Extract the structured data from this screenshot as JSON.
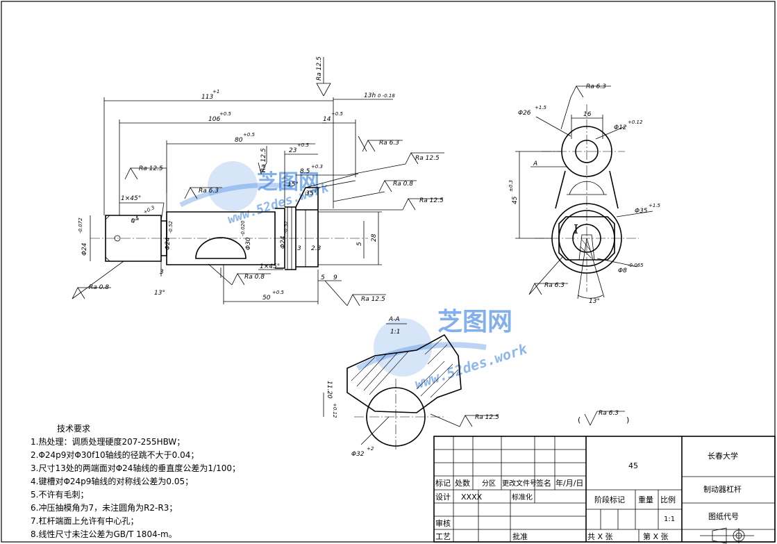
{
  "colors": {
    "watermark": "#1e6fd9",
    "line": "#000000",
    "background": "#ffffff"
  },
  "watermark": {
    "brand": "芝图网",
    "url": "www.52des.work"
  },
  "dims": {
    "d113": "113",
    "d113_tol": "+1",
    "d106": "106",
    "d106_tol": "+0.5",
    "d80": "80",
    "d80_tol": "+0.5",
    "d23": "23",
    "d23_tol": "+0.5",
    "d14": "14",
    "d14_tol": "+0.5",
    "d13h": "13h",
    "d13h_tol": "0 -0.18",
    "d8_5": "8.5",
    "d8_5_tol": "+0.3",
    "chamfer": "1×45°",
    "chamfer2": "1×45°",
    "phi4": "Φ4",
    "phi4_tol": "+0.3",
    "phi24_left": "Φ24",
    "phi24_left_tol": "-0.072",
    "phi24p": "Φ24",
    "phi24p_tol": "-0.52",
    "phi30": "Φ30",
    "phi30_tol": "-0.020",
    "phi24c": "Φ24",
    "phi24c_tol": "-0.52",
    "d3a": "3",
    "d3b": "3",
    "d2_3": "2.3",
    "d5v": "5",
    "d28": "28",
    "d5h": "5",
    "d9": "9",
    "d50": "50",
    "d50_tol": "+0.5",
    "angle13a": "13°",
    "angle15": "15°",
    "angle35": "35°",
    "d16": "16",
    "phi26": "Φ26",
    "phi26_tol": "+1.5",
    "phi12": "Φ12",
    "phi12_tol": "+0.12",
    "d45": "45",
    "d45_tol": "±0.3",
    "phi35": "Φ35",
    "phi35_tol": "+1.5",
    "phi8": "Φ8",
    "phi8_tol": "-0.065",
    "angle13b": "13°",
    "labelA": "A",
    "labelI": "I",
    "sec_title": "A-A",
    "sec_scale": "1:1",
    "d11_20": "11.20",
    "d11_20_tol": "+0.12",
    "phi32": "Φ32",
    "phi32_tol": "+2"
  },
  "roughness": {
    "r1": "Ra 12.5",
    "r2": "Ra 12.5",
    "r3": "Ra 6.3",
    "r4": "Ra 6.3",
    "r5": "Ra 12.5",
    "r6": "Ra 0.8",
    "r7": "Ra 12.5",
    "r8": "Ra 12.5",
    "r9": "Ra 0.8",
    "r10": "Ra 0.8",
    "r11": "Ra 12.5",
    "r12": "Ra 6.3",
    "r13": "Ra 6.3",
    "r14": "Ra 12.5",
    "general": "Ra 6.3"
  },
  "requirements": {
    "title": "技术要求",
    "items": [
      "1.热处理：调质处理硬度207-255HBW；",
      "2.Φ24p9对Φ30f10轴线的径跳不大于0.04；",
      "3.尺寸13处的两端面对Φ24轴线的垂直度公差为1/100；",
      "4.键槽对Φ24p9轴线的对称线公差为0.05；",
      "5.不许有毛刺；",
      "6.冲压抽模角为7，未注圆角为R2-R3；",
      "7.杠杆端面上允许有中心孔；",
      "8.线性尺寸未注公差为GB/T 1804-m。"
    ]
  },
  "title_block": {
    "material": "45",
    "school": "长春大学",
    "part_name": "制动器杠杆",
    "drawing_no_label": "图纸代号",
    "mark": "标记",
    "count": "处数",
    "zone": "分区",
    "change_doc": "更改文件号",
    "sign": "签名",
    "date": "年/月/日",
    "design": "设计",
    "designer": "XXXX",
    "standardize": "标准化",
    "stage": "阶段标记",
    "weight": "重量",
    "scale_label": "比例",
    "scale_value": "1:1",
    "review": "审核",
    "process": "工艺",
    "approve": "批准",
    "total_sheets": "共 X 张",
    "sheet_no": "第 X 张"
  }
}
